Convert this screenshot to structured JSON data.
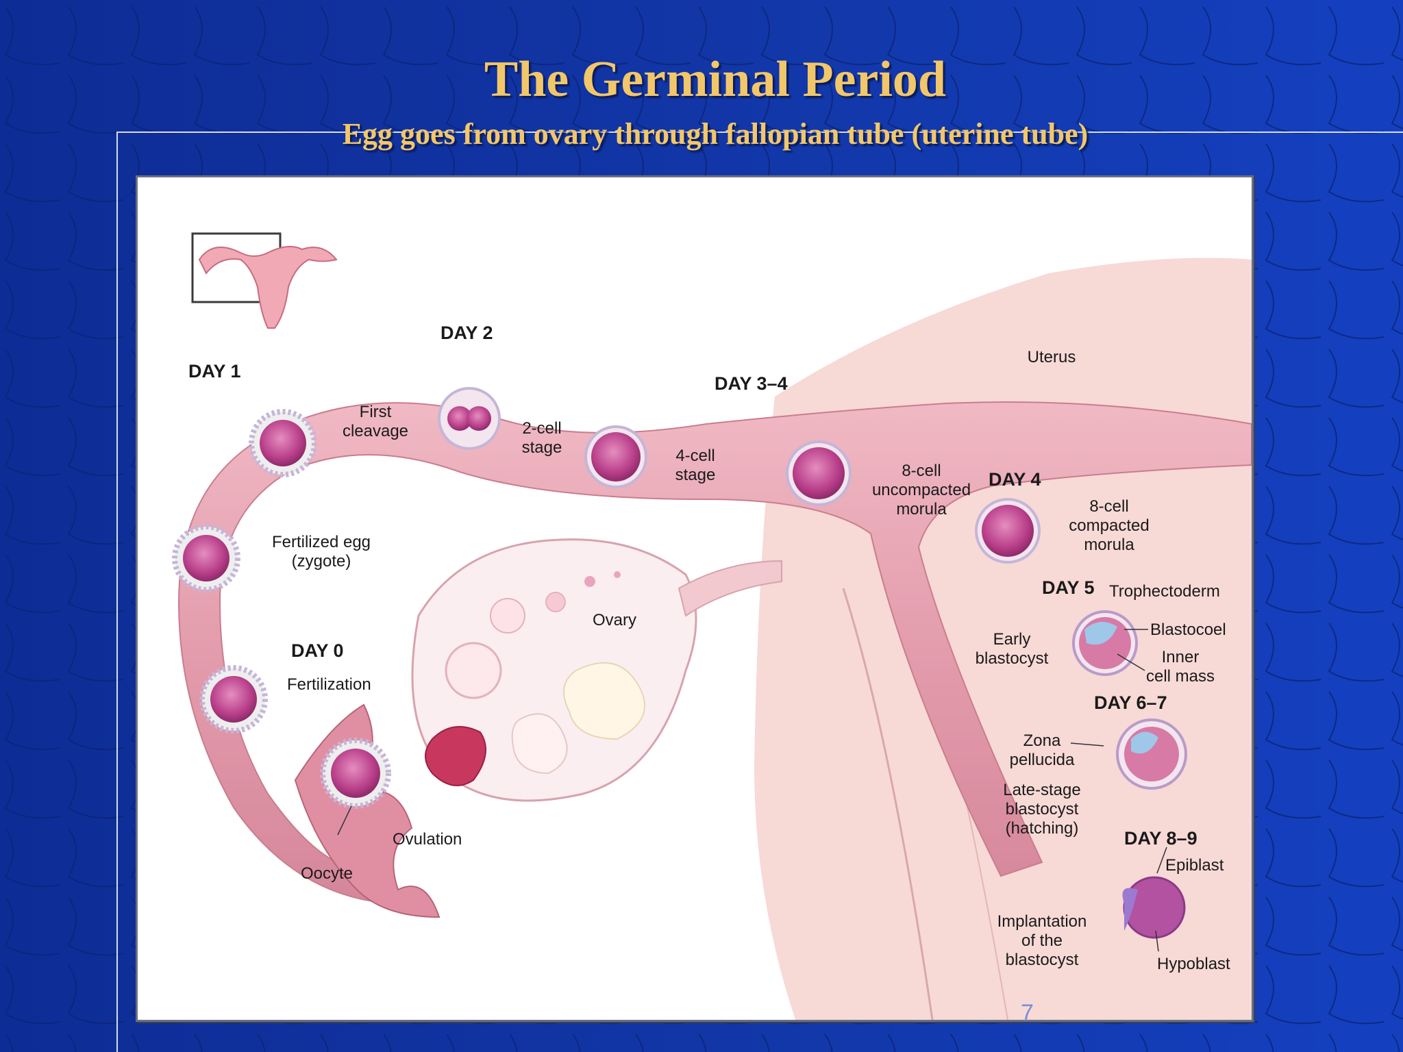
{
  "slide": {
    "title": "The Germinal Period",
    "subtitle": "Egg goes from ovary through fallopian tube (uterine tube)",
    "page_number": "7",
    "colors": {
      "background": "#1237a8",
      "title": "#f2c76a",
      "panel": "#ffffff",
      "tissue": "#e9a6b4"
    }
  },
  "diagram": {
    "days": {
      "day0": "DAY 0",
      "day1": "DAY 1",
      "day2": "DAY 2",
      "day34": "DAY 3–4",
      "day4": "DAY 4",
      "day5": "DAY 5",
      "day67": "DAY 6–7",
      "day89": "DAY 8–9"
    },
    "labels": {
      "uterus": "Uterus",
      "first_cleavage": [
        "First",
        "cleavage"
      ],
      "two_cell": [
        "2-cell",
        "stage"
      ],
      "four_cell": [
        "4-cell",
        "stage"
      ],
      "eight_cell_uncompacted": [
        "8-cell",
        "uncompacted",
        "morula"
      ],
      "eight_cell_compacted": [
        "8-cell",
        "compacted",
        "morula"
      ],
      "fertilized_egg": [
        "Fertilized egg",
        "(zygote)"
      ],
      "fertilization": "Fertilization",
      "ovary": "Ovary",
      "ovulation": "Ovulation",
      "oocyte": "Oocyte",
      "trophectoderm": "Trophectoderm",
      "blastocoel": "Blastocoel",
      "inner_cell_mass": [
        "Inner",
        "cell mass"
      ],
      "early_blastocyst": [
        "Early",
        "blastocyst"
      ],
      "zona_pellucida": [
        "Zona",
        "pellucida"
      ],
      "late_stage_blastocyst": [
        "Late-stage",
        "blastocyst",
        "(hatching)"
      ],
      "implantation": [
        "Implantation",
        "of the",
        "blastocyst"
      ],
      "epiblast": "Epiblast",
      "hypoblast": "Hypoblast"
    }
  }
}
